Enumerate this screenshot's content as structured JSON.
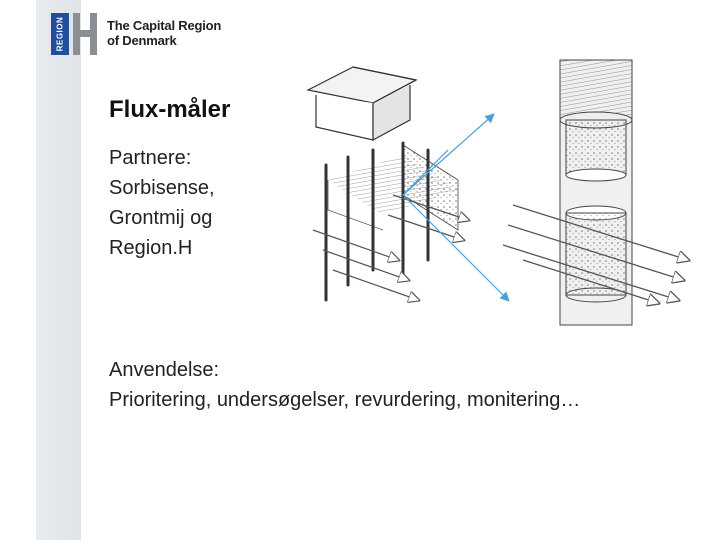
{
  "logo": {
    "badge_text": "REGION",
    "name_line1": "The Capital Region",
    "name_line2": "of Denmark",
    "brand_color": "#1f4e9a"
  },
  "slide": {
    "title": "Flux-måler",
    "partners": [
      "Partnere:",
      "Sorbisense,",
      "Grontmij og",
      "Region.H"
    ],
    "usage": [
      "Anvendelse:",
      "Prioritering, undersøgelser, revurdering, monitering…"
    ]
  },
  "illustration": {
    "icon": "flux-meter-sketch-illustration"
  }
}
